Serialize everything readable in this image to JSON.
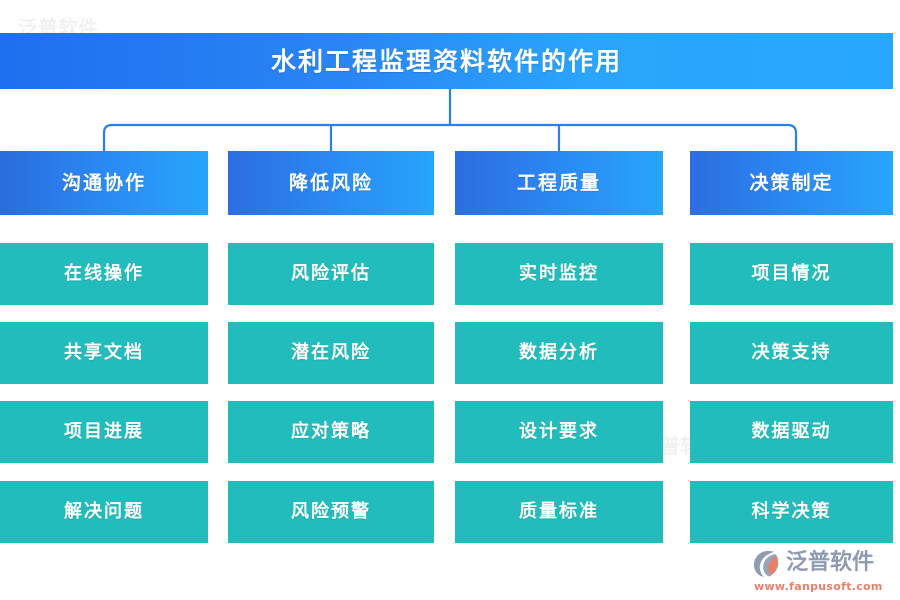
{
  "title": {
    "text": "水利工程监理资料软件的作用"
  },
  "colors": {
    "title_gradient_start": "#1f6ff0",
    "title_gradient_end": "#27a8fc",
    "branch_gradient_start": "#2d6ddf",
    "branch_gradient_end": "#27a5fb",
    "leaf_fill": "#23bcbc",
    "connector_line": "#2a7ff0",
    "brand_text": "#8f9bb3",
    "brand_url": "#e8806a",
    "page_background": "#ffffff"
  },
  "branches": [
    {
      "label": "沟通协作",
      "items": [
        "在线操作",
        "共享文档",
        "项目进展",
        "解决问题"
      ]
    },
    {
      "label": "降低风险",
      "items": [
        "风险评估",
        "潜在风险",
        "应对策略",
        "风险预警"
      ]
    },
    {
      "label": "工程质量",
      "items": [
        "实时监控",
        "数据分析",
        "设计要求",
        "质量标准"
      ]
    },
    {
      "label": "决策制定",
      "items": [
        "项目情况",
        "决策支持",
        "数据驱动",
        "科学决策"
      ]
    }
  ],
  "brand": {
    "name": "泛普软件",
    "url": "www.fanpusoft.com",
    "mark": "fanpu-logo-icon"
  },
  "watermarks": [
    "泛普软件",
    "泛普软件",
    "泛普软件"
  ]
}
